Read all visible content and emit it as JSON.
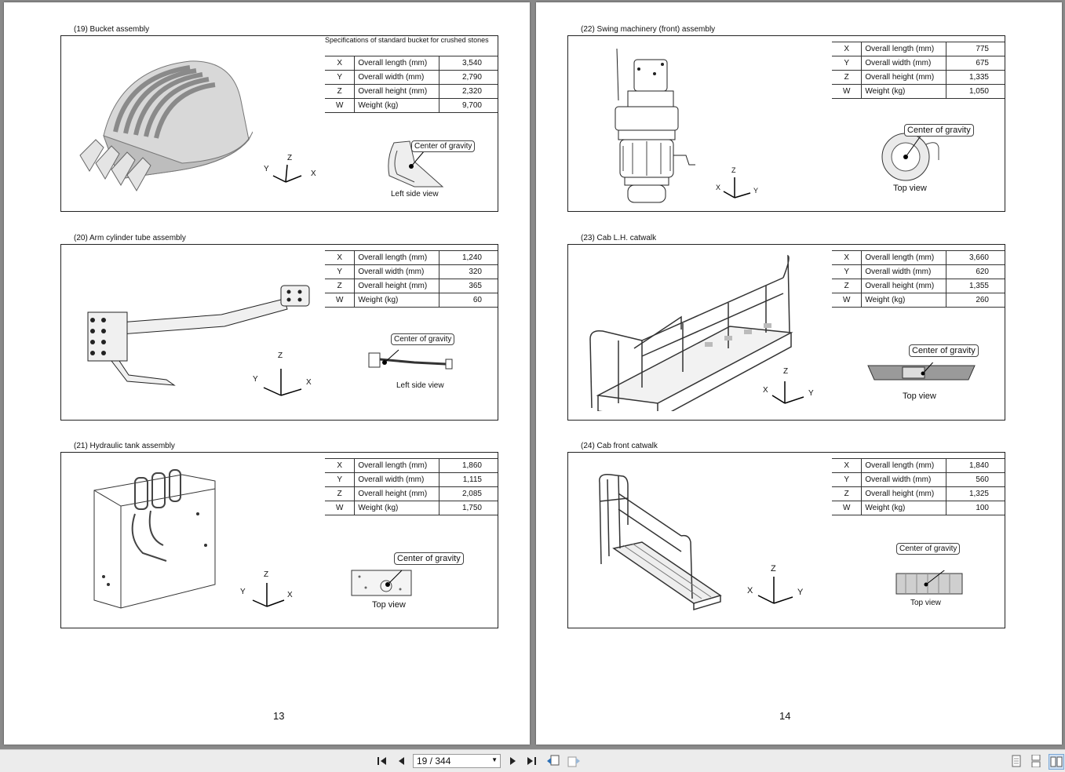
{
  "left_page": {
    "number": "13",
    "sections": [
      {
        "title": "(19) Bucket assembly",
        "note": "Specifications of standard bucket for crushed stones",
        "rows": [
          {
            "k": "X",
            "desc": "Overall length (mm)",
            "val": "3,540"
          },
          {
            "k": "Y",
            "desc": "Overall width (mm)",
            "val": "2,790"
          },
          {
            "k": "Z",
            "desc": "Overall height (mm)",
            "val": "2,320"
          },
          {
            "k": "W",
            "desc": "Weight (kg)",
            "val": "9,700"
          }
        ],
        "cog_label": "Center of gravity",
        "view_label": "Left side view",
        "axes": {
          "x": "X",
          "y": "Y",
          "z": "Z"
        }
      },
      {
        "title": "(20) Arm cylinder tube assembly",
        "rows": [
          {
            "k": "X",
            "desc": "Overall length (mm)",
            "val": "1,240"
          },
          {
            "k": "Y",
            "desc": "Overall width (mm)",
            "val": "320"
          },
          {
            "k": "Z",
            "desc": "Overall height (mm)",
            "val": "365"
          },
          {
            "k": "W",
            "desc": "Weight (kg)",
            "val": "60"
          }
        ],
        "cog_label": "Center of gravity",
        "view_label": "Left side view",
        "axes": {
          "x": "X",
          "y": "Y",
          "z": "Z"
        }
      },
      {
        "title": "(21) Hydraulic tank assembly",
        "rows": [
          {
            "k": "X",
            "desc": "Overall length (mm)",
            "val": "1,860"
          },
          {
            "k": "Y",
            "desc": "Overall width (mm)",
            "val": "1,115"
          },
          {
            "k": "Z",
            "desc": "Overall height (mm)",
            "val": "2,085"
          },
          {
            "k": "W",
            "desc": "Weight (kg)",
            "val": "1,750"
          }
        ],
        "cog_label": "Center of gravity",
        "view_label": "Top view",
        "axes": {
          "x": "X",
          "y": "Y",
          "z": "Z"
        }
      }
    ]
  },
  "right_page": {
    "number": "14",
    "sections": [
      {
        "title": "(22) Swing machinery (front) assembly",
        "rows": [
          {
            "k": "X",
            "desc": "Overall length (mm)",
            "val": "775"
          },
          {
            "k": "Y",
            "desc": "Overall width (mm)",
            "val": "675"
          },
          {
            "k": "Z",
            "desc": "Overall height (mm)",
            "val": "1,335"
          },
          {
            "k": "W",
            "desc": "Weight (kg)",
            "val": "1,050"
          }
        ],
        "cog_label": "Center of gravity",
        "view_label": "Top view",
        "axes": {
          "x": "X",
          "y": "Y",
          "z": "Z"
        }
      },
      {
        "title": "(23) Cab L.H. catwalk",
        "rows": [
          {
            "k": "X",
            "desc": "Overall length (mm)",
            "val": "3,660"
          },
          {
            "k": "Y",
            "desc": "Overall width (mm)",
            "val": "620"
          },
          {
            "k": "Z",
            "desc": "Overall height (mm)",
            "val": "1,355"
          },
          {
            "k": "W",
            "desc": "Weight (kg)",
            "val": "260"
          }
        ],
        "cog_label": "Center of gravity",
        "view_label": "Top view",
        "axes": {
          "x": "X",
          "y": "Y",
          "z": "Z"
        }
      },
      {
        "title": "(24) Cab front catwalk",
        "rows": [
          {
            "k": "X",
            "desc": "Overall length (mm)",
            "val": "1,840"
          },
          {
            "k": "Y",
            "desc": "Overall width (mm)",
            "val": "560"
          },
          {
            "k": "Z",
            "desc": "Overall height (mm)",
            "val": "1,325"
          },
          {
            "k": "W",
            "desc": "Weight (kg)",
            "val": "100"
          }
        ],
        "cog_label": "Center of gravity",
        "view_label": "Top view",
        "axes": {
          "x": "X",
          "y": "Y",
          "z": "Z"
        }
      }
    ]
  },
  "toolbar": {
    "page_indicator": "19 / 344",
    "icons": [
      "first-page-icon",
      "previous-page-icon",
      "next-page-icon",
      "last-page-icon",
      "previous-view-icon",
      "next-view-icon",
      "single-page-view-icon",
      "continuous-view-icon",
      "facing-view-icon"
    ]
  }
}
